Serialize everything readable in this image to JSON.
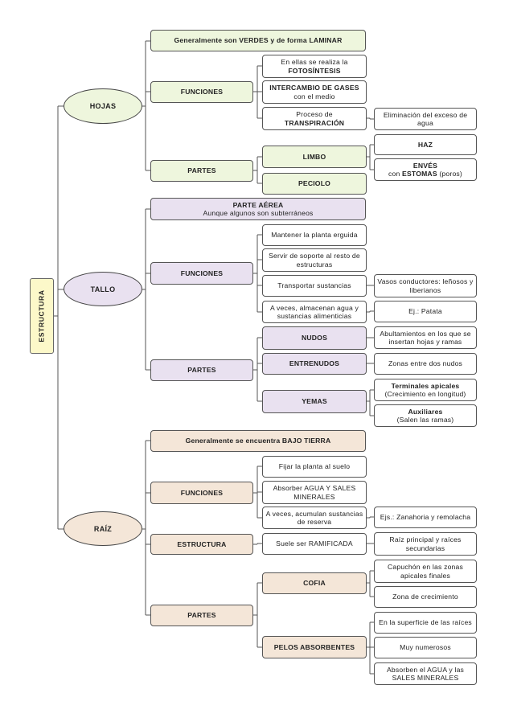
{
  "root": {
    "label": "ESTRUCTURA"
  },
  "hojas": {
    "label": "HOJAS",
    "intro": "Generalmente son VERDES y de forma LAMINAR",
    "funciones": {
      "label": "FUNCIONES",
      "items": [
        {
          "top": "En ellas se realiza la",
          "bold": "FOTOSÍNTESIS"
        },
        {
          "bold": "INTERCAMBIO DE GASES",
          "bottom": "con el medio"
        },
        {
          "top": "Proceso de",
          "bold": "TRANSPIRACIÓN"
        }
      ],
      "transpiracion_note": "Eliminación del exceso de agua"
    },
    "partes": {
      "label": "PARTES",
      "limbo": "LIMBO",
      "peciolo": "PECIOLO",
      "haz": "HAZ",
      "enves": "ENVÉS",
      "enves_sub_pre": "con ",
      "enves_sub_bold": "ESTOMAS",
      "enves_sub_post": " (poros)"
    }
  },
  "tallo": {
    "label": "TALLO",
    "intro_bold": "PARTE AÉREA",
    "intro_sub": "Aunque algunos son subterráneos",
    "funciones": {
      "label": "FUNCIONES",
      "items": [
        "Mantener la planta erguida",
        "Servir de soporte al resto de estructuras",
        "Transportar sustancias",
        "A veces, almacenan agua y sustancias alimenticias"
      ],
      "transporte_note": "Vasos conductores: leñosos y liberianos",
      "almacen_note": "Ej.: Patata"
    },
    "partes": {
      "label": "PARTES",
      "nudos": "NUDOS",
      "nudos_note": "Abultamientos en los que se insertan hojas y ramas",
      "entrenudos": "ENTRENUDOS",
      "entrenudos_note": "Zonas entre dos nudos",
      "yemas": "YEMAS",
      "terminales": "Terminales apicales",
      "terminales_sub": "(Crecimiento en longitud)",
      "auxiliares": "Auxiliares",
      "auxiliares_sub": "(Salen las ramas)"
    }
  },
  "raiz": {
    "label": "RAÍZ",
    "intro": "Generalmente se encuentra BAJO TIERRA",
    "funciones": {
      "label": "FUNCIONES",
      "items": [
        "Fijar la planta al suelo",
        "Absorber AGUA Y SALES MINERALES",
        "A veces, acumulan sustancias de reserva"
      ],
      "reserva_note": "Ejs.: Zanahoria y remolacha"
    },
    "estructura": {
      "label": "ESTRUCTURA",
      "ramificada": "Suele ser RAMIFICADA",
      "note": "Raíz principal y raíces secundarias"
    },
    "partes": {
      "label": "PARTES",
      "cofia": "COFIA",
      "cofia_items": [
        "Capuchón en las zonas apicales finales",
        "Zona de crecimiento"
      ],
      "pelos": "PELOS ABSORBENTES",
      "pelos_items": [
        "En la superficie de las raíces",
        "Muy numerosos",
        "Absorben el AGUA y las SALES MINERALES"
      ]
    }
  },
  "colors": {
    "hojas": "#eef6dd",
    "tallo": "#e9e1f0",
    "raiz": "#f4e6d8",
    "root": "#fcf8c9",
    "lines": "#555555"
  }
}
